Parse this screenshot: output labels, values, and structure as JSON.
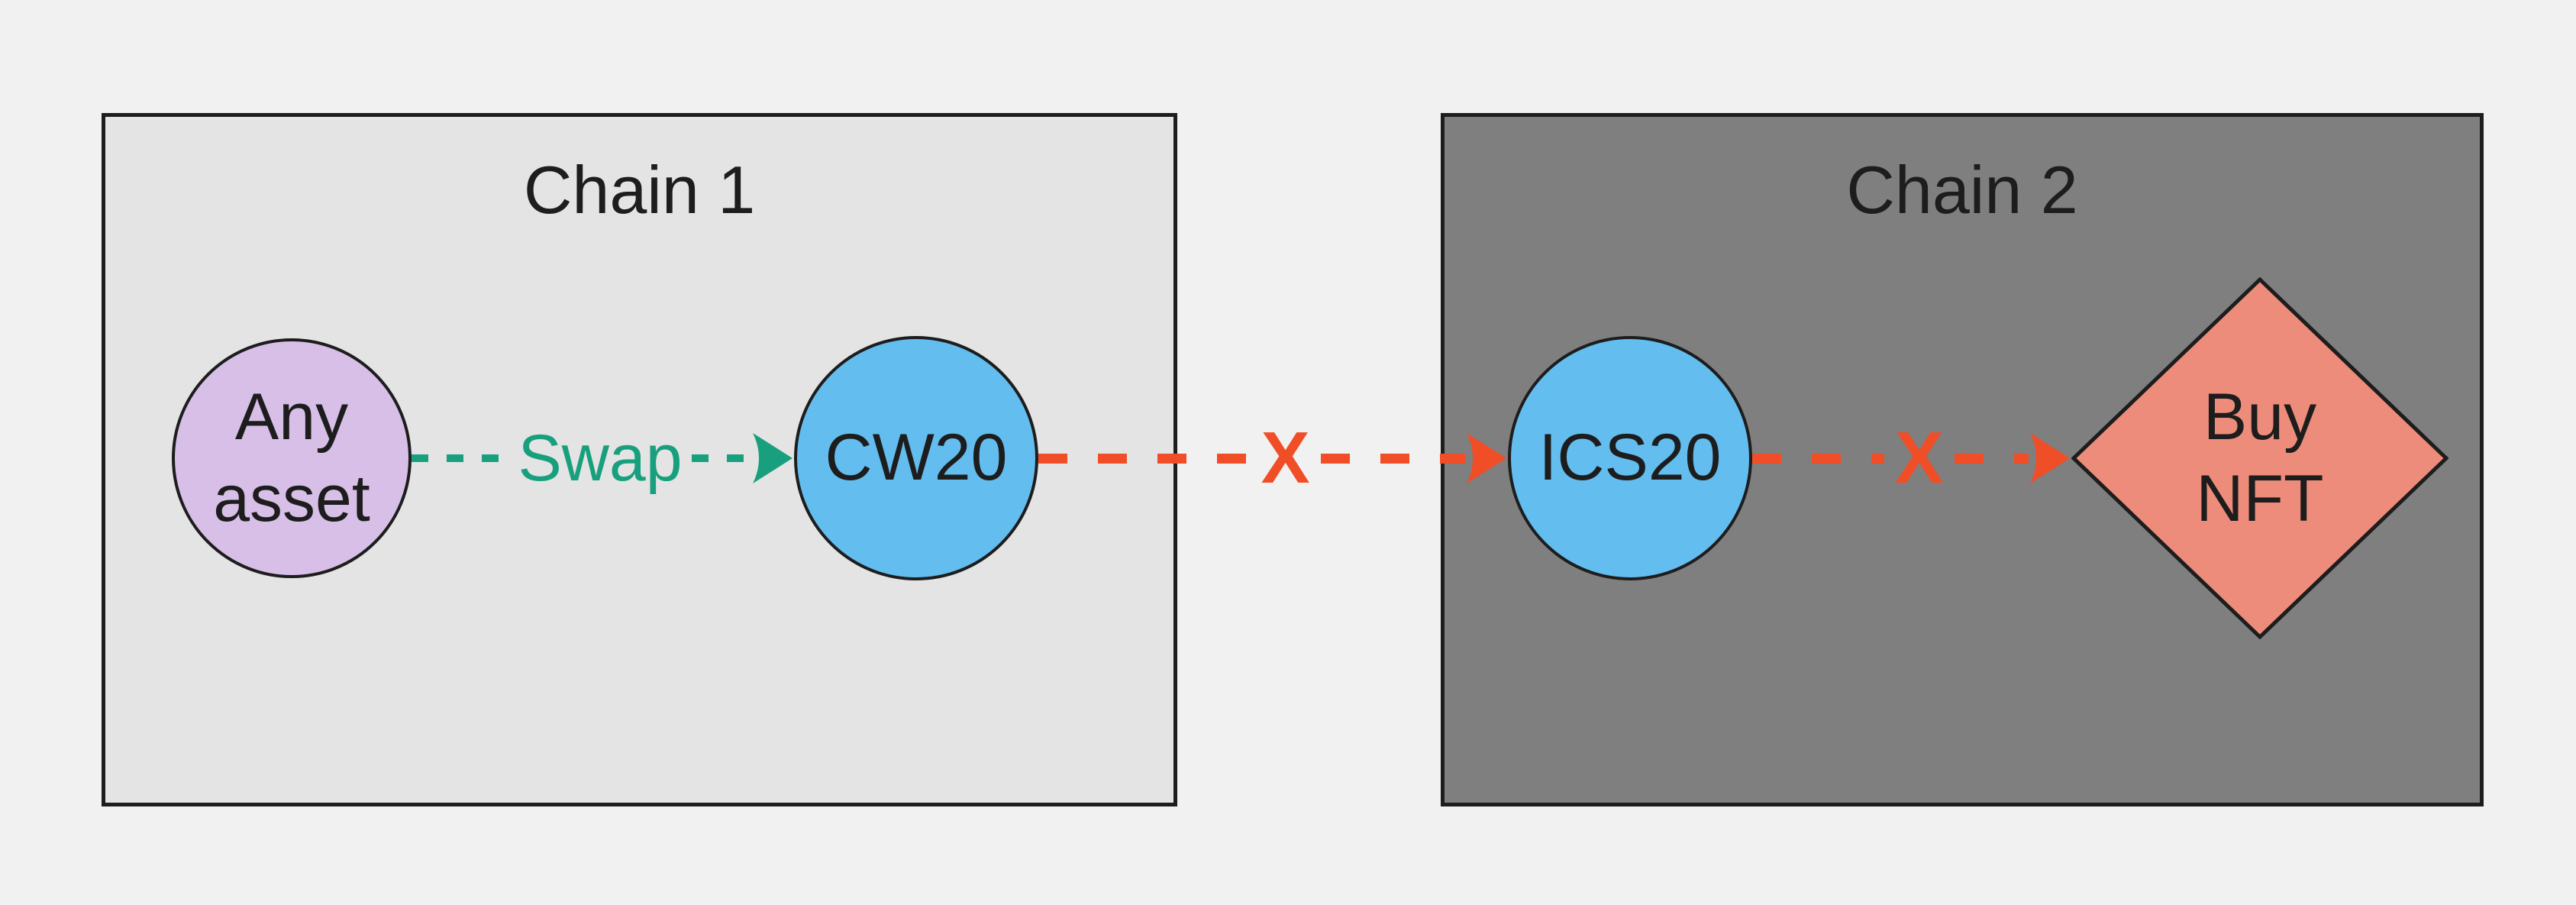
{
  "page": {
    "background": "#f1f1f2"
  },
  "chain1": {
    "title": "Chain 1",
    "fill": "#e4e4e4"
  },
  "chain2": {
    "title": "Chain 2",
    "fill": "#7f7f7f"
  },
  "nodes": {
    "any_asset": {
      "line1": "Any",
      "line2": "asset",
      "fill": "#d7bfe8",
      "shape": "circle"
    },
    "cw20": {
      "label": "CW20",
      "fill": "#63bdee",
      "shape": "circle"
    },
    "ics20": {
      "label": "ICS20",
      "fill": "#63bdee",
      "shape": "circle"
    },
    "buy_nft": {
      "line1": "Buy",
      "line2": "NFT",
      "fill": "#ee8c7b",
      "shape": "diamond"
    }
  },
  "edges": {
    "swap": {
      "label": "Swap",
      "color": "#18a07e",
      "style": "dashed-arrow",
      "from": "any_asset",
      "to": "cw20"
    },
    "cw20_to_ics20": {
      "blocked_mark": "X",
      "color": "#f04e27",
      "style": "dashed-arrow",
      "from": "cw20",
      "to": "ics20"
    },
    "ics20_to_buy_nft": {
      "blocked_mark": "X",
      "color": "#f04e27",
      "style": "dashed-arrow",
      "from": "ics20",
      "to": "buy_nft"
    }
  }
}
